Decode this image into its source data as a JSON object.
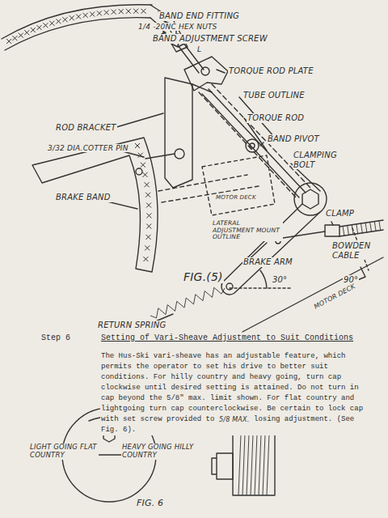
{
  "diagram": {
    "labels": [
      "BAND END FITTING",
      "1/4 -20NC HEX NUTS",
      "BAND ADJUSTMENT SCREW",
      "L",
      "TORQUE ROD PLATE",
      "TUBE OUTLINE",
      "TORQUE ROD",
      "ROD BRACKET",
      "3/32 DIA.COTTER PIN",
      "BAND PIVOT",
      "CLAMPING BOLT",
      "BRAKE BAND",
      "MOTOR DECK",
      "LATERAL ADJUSTMENT MOUNT OUTLINE",
      "CLAMP",
      "BOWDEN CABLE",
      "BRAKE ARM",
      "FIG.(5)",
      "30°",
      "90°",
      "MOTOR DECK",
      "RETURN SPRING",
      "Step 6",
      "Setting of Vari-Sheave Adjustment to Suit Conditions",
      "The Hus-Ski vari-sheave has an adjustable feature, which permits the operator to set his drive to better suit conditions. For hilly country and heavy going, turn cap clockwise until desired setting is attained. Do not turn in cap beyond the 5/8\" max. limit shown. For flat country and lightgoing turn cap counterclockwise. Be certain to lock cap with set screw provided to prevent losing adjustment. (See Fig. 6).",
      "LIGHT GOING FLAT COUNTRY",
      "HEAVY GOING HILLY COUNTRY",
      "5/8 MAX.",
      "FIG. 6"
    ]
  }
}
